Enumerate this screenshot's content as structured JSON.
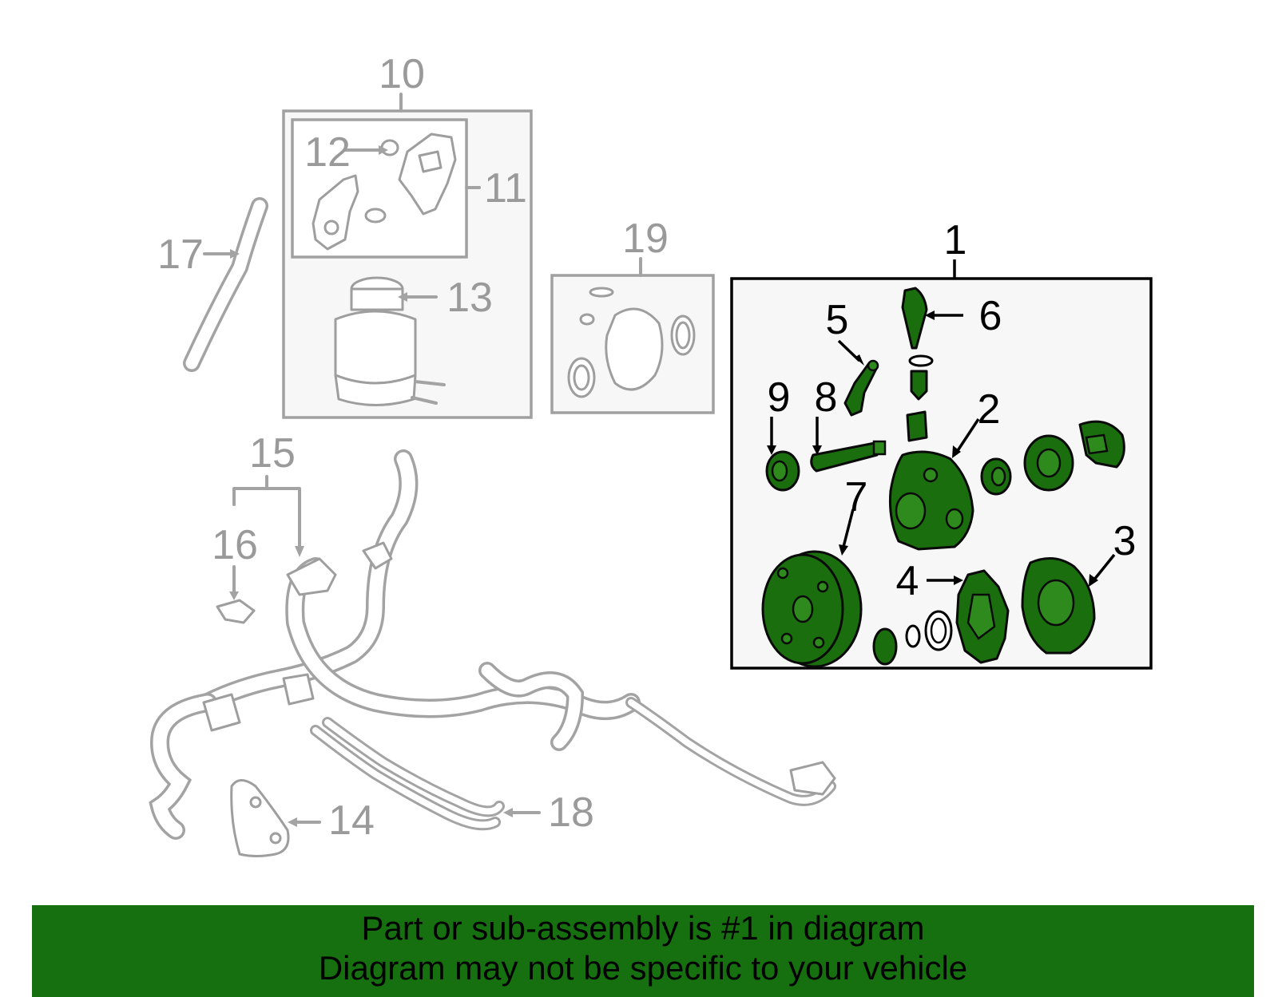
{
  "callouts": {
    "c1": "1",
    "c2": "2",
    "c3": "3",
    "c4": "4",
    "c5": "5",
    "c6": "6",
    "c7": "7",
    "c8": "8",
    "c9": "9",
    "c10": "10",
    "c11": "11",
    "c12": "12",
    "c13": "13",
    "c14": "14",
    "c15": "15",
    "c16": "16",
    "c17": "17",
    "c18": "18",
    "c19": "19"
  },
  "banner": {
    "line1": "Part or sub-assembly is #1 in diagram",
    "line2": "Diagram may not be specific to your vehicle"
  },
  "colors": {
    "highlight": "#16700f",
    "inactive_parts": "#9e9e9e",
    "active_frame": "#000000"
  }
}
